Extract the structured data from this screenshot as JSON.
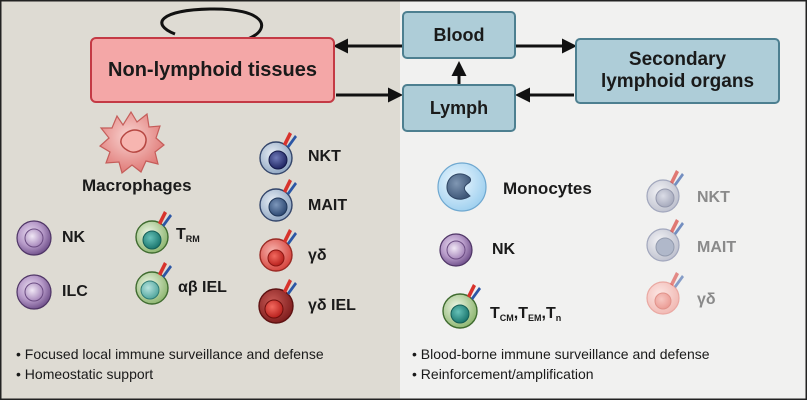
{
  "boxes": {
    "non_lymphoid": "Non-lymphoid tissues",
    "blood": "Blood",
    "lymph": "Lymph",
    "secondary_line1": "Secondary",
    "secondary_line2": "lymphoid organs"
  },
  "left_cells": {
    "macrophages": "Macrophages",
    "nk": "NK",
    "ilc": "ILC",
    "trm_main": "T",
    "trm_sub": "RM",
    "ab_iel": "αβ IEL",
    "nkt": "NKT",
    "mait": "MAIT",
    "gd": "γδ",
    "gd_iel": "γδ IEL"
  },
  "right_cells": {
    "monocytes": "Monocytes",
    "nk": "NK",
    "t_main1": "T",
    "t_sub1": "CM",
    "t_main2": ",T",
    "t_sub2": "EM",
    "t_main3": ",T",
    "t_sub3": "n",
    "nkt": "NKT",
    "mait": "MAIT",
    "gd": "γδ"
  },
  "bullets_left": [
    "Focused local immune surveillance and defense",
    "Homeostatic support"
  ],
  "bullets_right": [
    "Blood-borne immune surveillance and defense",
    "Reinforcement/amplification"
  ],
  "bullet_symbol": "•",
  "colors": {
    "left_bg": "#dedbd3",
    "right_bg": "#f1f1f0",
    "non_lymphoid_fill": "#f4a7a7",
    "non_lymphoid_border": "#c43a45",
    "lymph_box_fill": "#aecdd8",
    "lymph_box_border": "#4d7f90",
    "nk_purple": "#8f6fa8",
    "nkt_navy": "#2d3472",
    "mait_blue": "#4a6a95",
    "gd_red": "#d83a36",
    "trm_teal": "#2a8c84",
    "monocyte_blue": "#8ec6ea"
  }
}
